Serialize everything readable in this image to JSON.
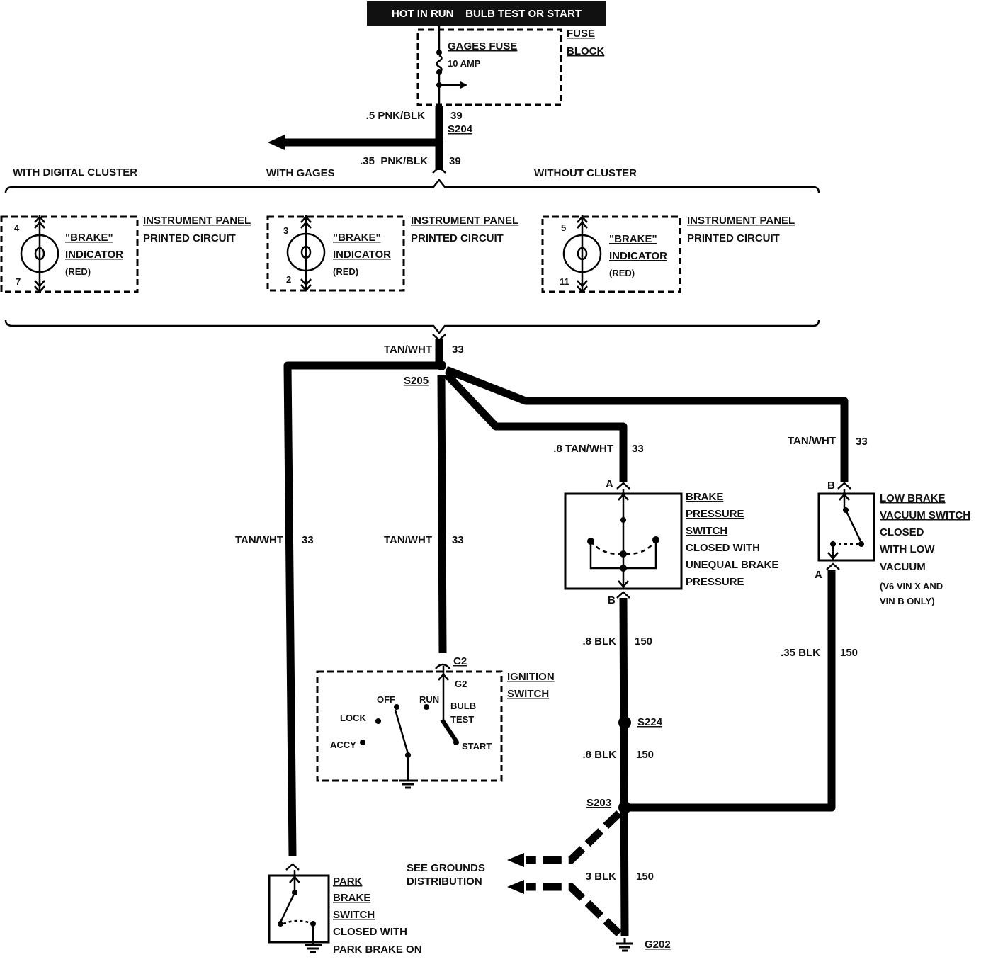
{
  "header": {
    "label": "HOT IN RUN    BULB TEST OR START"
  },
  "fuse_block": {
    "title_line1": "FUSE",
    "title_line2": "BLOCK",
    "fuse_name": "GAGES FUSE",
    "fuse_rating": "10 AMP"
  },
  "feed": {
    "upper_wire": ".5 PNK/BLK",
    "upper_circuit": "39",
    "splice": "S204",
    "lower_wire": ".35  PNK/BLK",
    "lower_circuit": "39"
  },
  "variants": {
    "left_label": "WITH DIGITAL CLUSTER",
    "mid_label": "WITH GAGES",
    "right_label": "WITHOUT CLUSTER"
  },
  "indicators": [
    {
      "pin_top": "4",
      "pin_bottom": "7",
      "name_line1": "\"BRAKE\"",
      "name_line2": "INDICATOR",
      "color": "(RED)",
      "panel_line1": "INSTRUMENT PANEL",
      "panel_line2": "PRINTED CIRCUIT"
    },
    {
      "pin_top": "3",
      "pin_bottom": "2",
      "name_line1": "\"BRAKE\"",
      "name_line2": "INDICATOR",
      "color": "(RED)",
      "panel_line1": "INSTRUMENT PANEL",
      "panel_line2": "PRINTED CIRCUIT"
    },
    {
      "pin_top": "5",
      "pin_bottom": "11",
      "name_line1": "\"BRAKE\"",
      "name_line2": "INDICATOR",
      "color": "(RED)",
      "panel_line1": "INSTRUMENT PANEL",
      "panel_line2": "PRINTED CIRCUIT"
    }
  ],
  "s205": {
    "wire": "TAN/WHT",
    "circuit": "33",
    "splice": "S205"
  },
  "left_branch": {
    "wire": "TAN/WHT",
    "circuit": "33"
  },
  "mid_branch": {
    "wire": "TAN/WHT",
    "circuit": "33"
  },
  "pressure_branch": {
    "wire": ".8 TAN/WHT",
    "circuit": "33"
  },
  "vacuum_branch": {
    "wire": "TAN/WHT",
    "circuit": "33"
  },
  "brake_pressure_switch": {
    "pin_in": "A",
    "pin_out": "B",
    "title_line1": "BRAKE",
    "title_line2": "PRESSURE",
    "title_line3": "SWITCH",
    "desc_line1": "CLOSED WITH",
    "desc_line2": "UNEQUAL BRAKE",
    "desc_line3": "PRESSURE"
  },
  "low_brake_vacuum_switch": {
    "pin_in": "B",
    "pin_out": "A",
    "title_line1": "LOW BRAKE",
    "title_line2": "VACUUM SWITCH",
    "desc_line1": "CLOSED",
    "desc_line2": "WITH LOW",
    "desc_line3": "VACUUM",
    "note_line1": "(V6 VIN X AND",
    "note_line2": "VIN B ONLY)"
  },
  "ignition_switch": {
    "connector": "C2",
    "pin": "G2",
    "title_line1": "IGNITION",
    "title_line2": "SWITCH",
    "pos_off": "OFF",
    "pos_run": "RUN",
    "pos_lock": "LOCK",
    "pos_accy": "ACCY",
    "pos_bulb": "BULB",
    "pos_test": "TEST",
    "pos_start": "START"
  },
  "ground_circuit": {
    "upper_wire": ".8 BLK",
    "upper_circuit": "150",
    "splice_a": "S224",
    "mid_wire": ".8 BLK",
    "mid_circuit": "150",
    "splice_b": "S203",
    "vac_wire": ".35 BLK",
    "vac_circuit": "150",
    "lower_wire": "3 BLK",
    "lower_circuit": "150",
    "ground": "G202",
    "see_line1": "SEE GROUNDS",
    "see_line2": "DISTRIBUTION"
  },
  "park_brake_switch": {
    "title_line1": "PARK",
    "title_line2": "BRAKE",
    "title_line3": "SWITCH",
    "desc_line1": "CLOSED WITH",
    "desc_line2": "PARK BRAKE ON"
  }
}
